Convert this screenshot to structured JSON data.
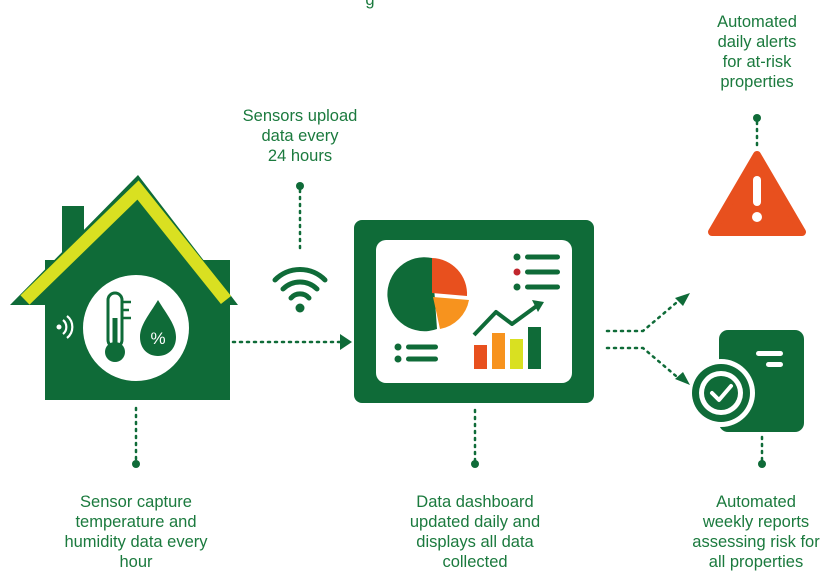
{
  "colors": {
    "primary_green": "#0f6b38",
    "light_green": "#d9e021",
    "text_green": "#1b7a3e",
    "alert_orange": "#e8501e",
    "pie_orange": "#f7931e",
    "accent_red": "#c1272d"
  },
  "top_cut_text": "g",
  "steps": {
    "sensor": {
      "icon": "house-with-thermometer-humidity-icon",
      "caption": [
        "Sensor capture",
        "temperature and",
        "humidity data every",
        "hour"
      ],
      "badge": "%"
    },
    "upload": {
      "icon": "wifi-icon",
      "caption": [
        "Sensors upload",
        "data every",
        "24 hours"
      ]
    },
    "dashboard": {
      "icon": "dashboard-screen-icon",
      "caption": [
        "Data dashboard",
        "updated daily and",
        "displays all data",
        "collected"
      ]
    },
    "alerts": {
      "icon": "warning-triangle-icon",
      "caption": [
        "Automated",
        "daily alerts",
        "for at-risk",
        "properties"
      ]
    },
    "reports": {
      "icon": "report-document-check-icon",
      "caption": [
        "Automated",
        "weekly reports",
        "assessing risk for",
        "all properties"
      ]
    }
  }
}
